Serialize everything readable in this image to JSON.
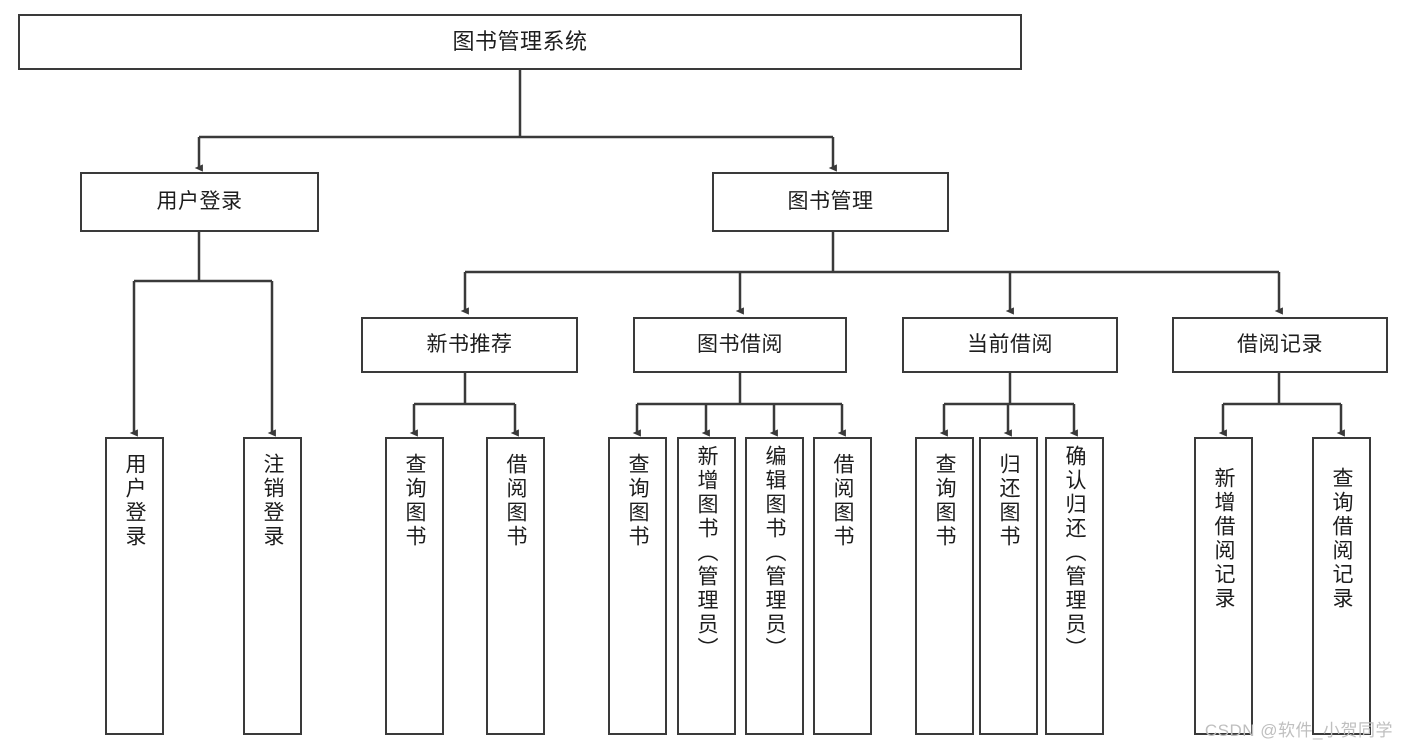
{
  "diagram": {
    "title": "图书管理系统",
    "watermark": "CSDN @软件_小贺同学",
    "stroke_color": "#3a3a3a",
    "fill_color": "#ffffff",
    "text_color": "#1d1d1d",
    "watermark_color": "#bfbfbf",
    "type": "tree-hierarchy",
    "levels": 4
  },
  "nodes": {
    "root": {
      "label": "图书管理系统",
      "orientation": "horizontal"
    },
    "level2": [
      {
        "id": "user-login",
        "label": "用户登录",
        "orientation": "horizontal"
      },
      {
        "id": "book-manage",
        "label": "图书管理",
        "orientation": "horizontal"
      }
    ],
    "level3": [
      {
        "id": "new-book-recommend",
        "label": "新书推荐",
        "orientation": "horizontal"
      },
      {
        "id": "book-borrow",
        "label": "图书借阅",
        "orientation": "horizontal"
      },
      {
        "id": "current-borrow",
        "label": "当前借阅",
        "orientation": "horizontal"
      },
      {
        "id": "borrow-record",
        "label": "借阅记录",
        "orientation": "horizontal"
      }
    ],
    "leaves": {
      "user-login": [
        {
          "id": "leaf-user-login",
          "label": "用户登录",
          "orientation": "vertical"
        },
        {
          "id": "leaf-logout",
          "label": "注销登录",
          "orientation": "vertical"
        }
      ],
      "new-book-recommend": [
        {
          "id": "leaf-query-book-1",
          "label": "查询图书",
          "orientation": "vertical"
        },
        {
          "id": "leaf-borrow-book-1",
          "label": "借阅图书",
          "orientation": "vertical"
        }
      ],
      "book-borrow": [
        {
          "id": "leaf-query-book-2",
          "label": "查询图书",
          "orientation": "vertical"
        },
        {
          "id": "leaf-add-book",
          "label": "新增图书（管理员）",
          "orientation": "vertical"
        },
        {
          "id": "leaf-edit-book",
          "label": "编辑图书（管理员）",
          "orientation": "vertical"
        },
        {
          "id": "leaf-borrow-book-2",
          "label": "借阅图书",
          "orientation": "vertical"
        }
      ],
      "current-borrow": [
        {
          "id": "leaf-query-book-3",
          "label": "查询图书",
          "orientation": "vertical"
        },
        {
          "id": "leaf-return-book",
          "label": "归还图书",
          "orientation": "vertical"
        },
        {
          "id": "leaf-confirm-return",
          "label": "确认归还（管理员）",
          "orientation": "vertical"
        }
      ],
      "borrow-record": [
        {
          "id": "leaf-add-record",
          "label": "新增借阅记录",
          "orientation": "vertical"
        },
        {
          "id": "leaf-query-record",
          "label": "查询借阅记录",
          "orientation": "vertical"
        }
      ]
    }
  }
}
